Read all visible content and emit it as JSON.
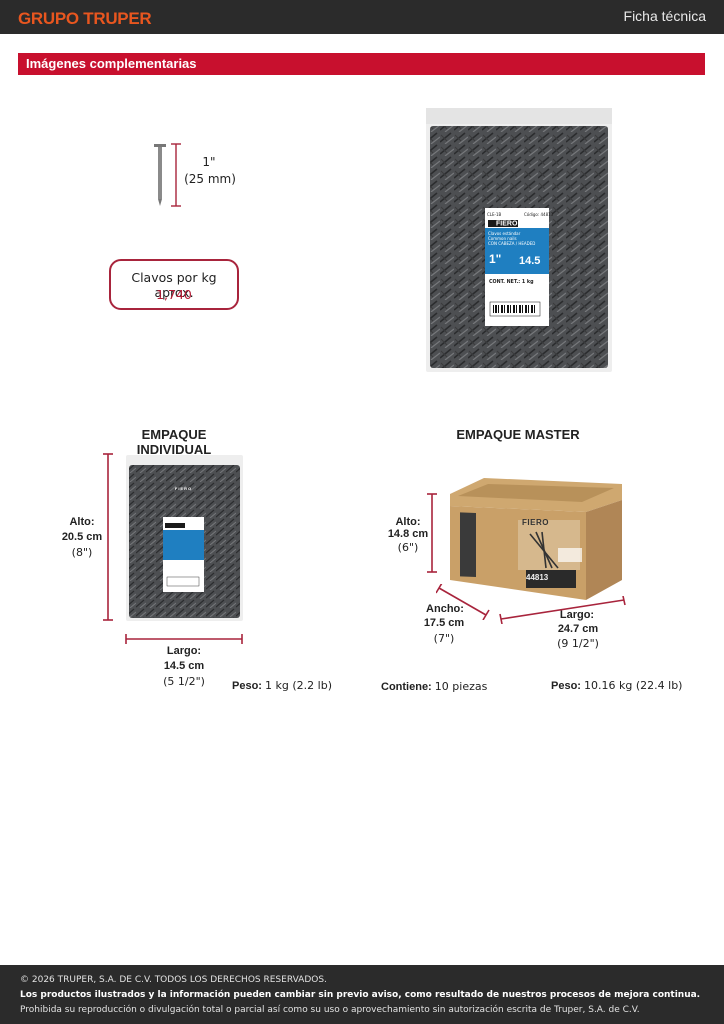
{
  "header": {
    "brand": "GRUPO TRUPER",
    "doc_type": "Ficha técnica"
  },
  "section": {
    "title": "Imágenes complementarias"
  },
  "nail": {
    "length_in": "1\"",
    "length_mm": "(25 mm)"
  },
  "kg_box": {
    "label": "Clavos por kg aprox.",
    "value": "1,740"
  },
  "product_label": {
    "code_left": "CLE-1B",
    "code_right": "Código: 44813",
    "brand": "FIERO",
    "line1": "Clavos estándar",
    "line2": "Common nails",
    "line3": "CON CABEZA / HEADED",
    "size": "1\"",
    "gauge": "14.5",
    "content": "CONT. NET.: 1 kg"
  },
  "individual": {
    "title": "EMPAQUE INDIVIDUAL",
    "height_label": "Alto:",
    "height_cm": "20.5 cm",
    "height_in": "(8\")",
    "length_label": "Largo:",
    "length_cm": "14.5 cm",
    "length_in": "(5 1/2\")",
    "weight_label": "Peso:",
    "weight_value": "1 kg (2.2 lb)"
  },
  "master": {
    "title": "EMPAQUE MASTER",
    "height_label": "Alto:",
    "height_cm": "14.8 cm",
    "height_in": "(6\")",
    "width_label": "Ancho:",
    "width_cm": "17.5 cm",
    "width_in": "(7\")",
    "length_label": "Largo:",
    "length_cm": "24.7 cm",
    "length_in": "(9 1/2\")",
    "contains_label": "Contiene:",
    "contains_value": "10 piezas",
    "weight_label": "Peso:",
    "weight_value": "10.16 kg (22.4 lb)",
    "box_brand": "FIERO",
    "box_code": "44813"
  },
  "footer": {
    "copyright": "© 2026 TRUPER, S.A. DE C.V. TODOS LOS DERECHOS RESERVADOS.",
    "notice": "Los productos ilustrados y la información pueden cambiar sin previo aviso, como resultado de nuestros procesos de mejora continua.",
    "prohibition": "Prohibida su reproducción o divulgación total o parcial así como su uso o aprovechamiento sin autorización escrita de Truper, S.A. de C.V."
  },
  "colors": {
    "accent": "#c8102e",
    "brand": "#e8561f",
    "bar": "#2b2b2b",
    "dimension": "#a8243c",
    "label_blue": "#1f7fc1"
  }
}
